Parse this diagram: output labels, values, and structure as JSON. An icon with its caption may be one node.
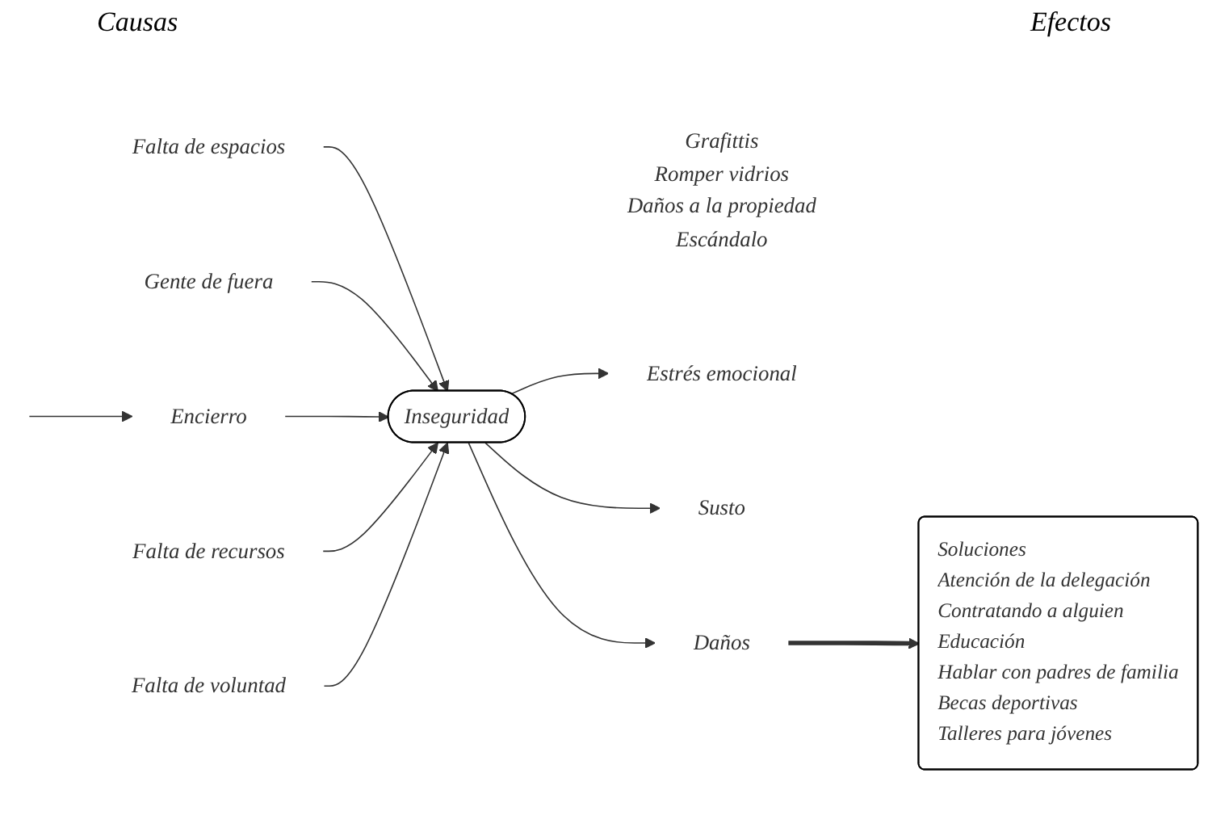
{
  "diagram": {
    "nodes": [
      {
        "text": [
          "Falta de espacios"
        ]
      },
      {
        "text": [
          "Gente de fuera"
        ]
      },
      {
        "text": [
          "Encierro"
        ]
      },
      {
        "text": [
          "Falta de recursos"
        ]
      },
      {
        "text": [
          "Falta de voluntad"
        ]
      },
      {
        "text": [
          "Inseguridad"
        ],
        "beside": [
          "Grafittis",
          "Romper vidrios",
          "Daños a la propiedad",
          "Escándalo"
        ]
      },
      {
        "text": [
          "Estrés emocional"
        ]
      },
      {
        "text": [
          "Susto"
        ]
      },
      {
        "text": [
          "Daños"
        ]
      },
      {
        "text": [
          "Soluciones",
          "Atención de la delegación",
          "Contratando a alguien",
          "Educación",
          "Hablar con padres de familia",
          "Becas deportivas",
          "Talleres para jóvenes"
        ]
      }
    ],
    "edges": [
      {
        "from": null,
        "to": 2,
        "arrow": "to"
      },
      {
        "from": 0,
        "to": 5,
        "arrow": "to"
      },
      {
        "from": 1,
        "to": 5,
        "arrow": "to"
      },
      {
        "from": 2,
        "to": 5,
        "arrow": "to"
      },
      {
        "from": 3,
        "to": 5,
        "arrow": "to"
      },
      {
        "from": 4,
        "to": 5,
        "arrow": "to"
      },
      {
        "from": 5,
        "to": 6,
        "arrow": "to"
      },
      {
        "from": 5,
        "to": 7,
        "arrow": "to"
      },
      {
        "from": 5,
        "to": 8,
        "arrow": "to"
      },
      {
        "from": 8,
        "to": 9,
        "arrow": "to",
        "style": "thick"
      }
    ],
    "labels": [
      "Causas",
      "Efectos"
    ]
  }
}
